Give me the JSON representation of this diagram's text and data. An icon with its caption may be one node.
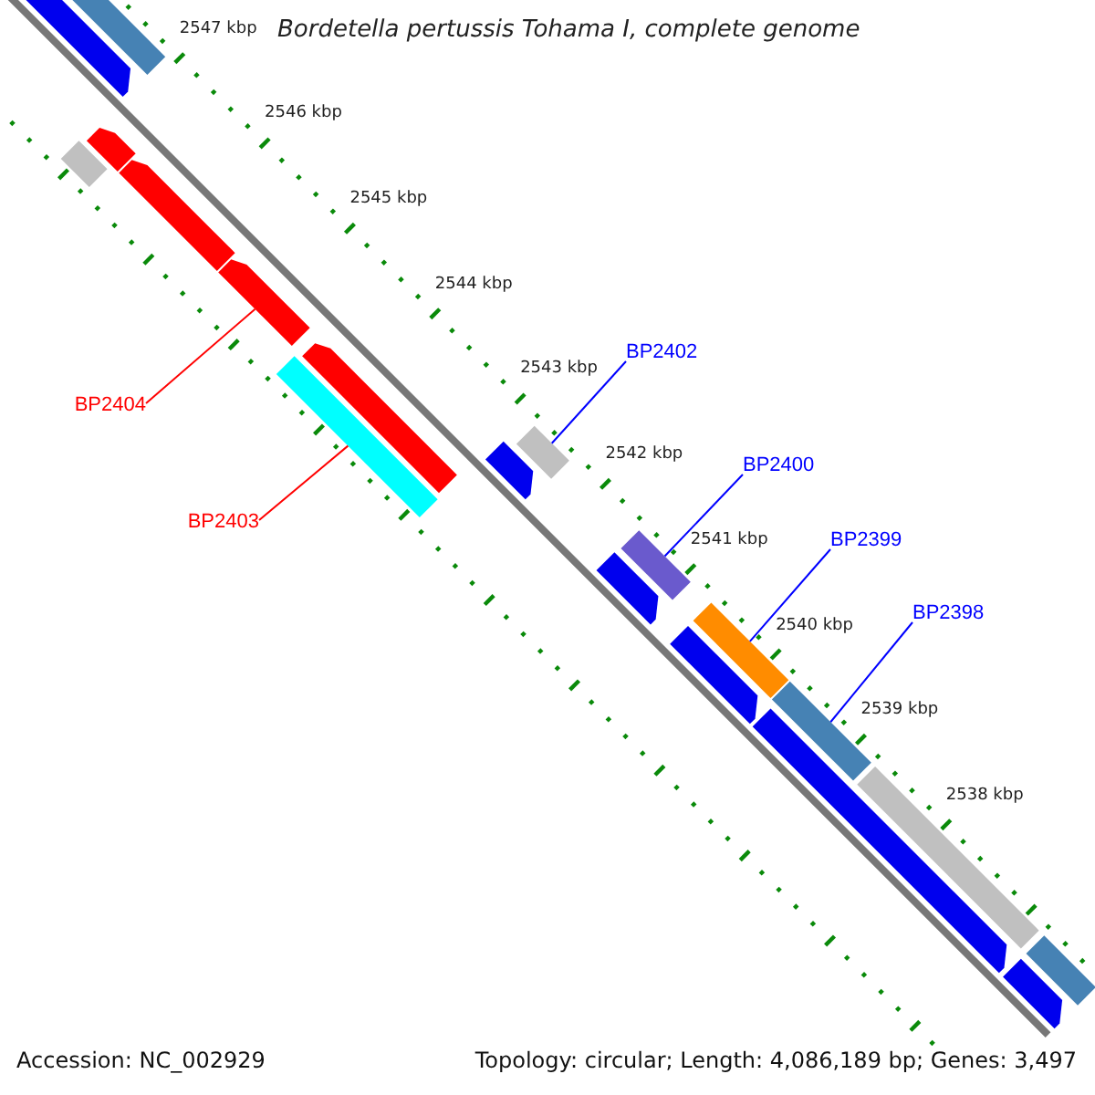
{
  "diagram": {
    "title": "Bordetella pertussis Tohama I, complete genome",
    "nodes": [
      {
        "text": [
          "BP2402"
        ]
      },
      {
        "text": [
          "BP2404"
        ]
      },
      {
        "text": [
          "BP2400"
        ]
      },
      {
        "text": [
          "BP2403"
        ]
      },
      {
        "text": [
          "BP2399"
        ]
      },
      {
        "text": [
          "BP2398"
        ]
      },
      {
        "text": [],
        "shape": "bar"
      },
      {
        "text": [],
        "shape": "box"
      },
      {
        "text": [],
        "shape": "bar"
      },
      {
        "text": [],
        "shape": "box"
      },
      {
        "text": [],
        "shape": "bar"
      },
      {
        "text": [],
        "shape": "bar"
      },
      {
        "text": [],
        "shape": "box"
      },
      {
        "text": [],
        "shape": "bar"
      },
      {
        "text": [],
        "shape": "bar"
      },
      {
        "text": [],
        "shape": "box"
      },
      {
        "text": [],
        "shape": "bar"
      },
      {
        "text": [],
        "shape": "box"
      },
      {
        "text": [],
        "shape": "bar"
      },
      {
        "text": [],
        "shape": "box"
      },
      {
        "text": [],
        "shape": "box"
      },
      {
        "text": [],
        "shape": "bar"
      },
      {
        "text": [],
        "shape": "box"
      },
      {
        "text": [],
        "shape": "box"
      },
      {
        "text": [],
        "shape": "bar"
      }
    ],
    "edges": [
      {
        "from": 0,
        "to": 15,
        "arrow": "none"
      },
      {
        "from": 1,
        "to": 11,
        "arrow": "none",
        "color": "#ff0000"
      },
      {
        "from": 2,
        "to": 17,
        "arrow": "none"
      },
      {
        "from": 3,
        "to": 12,
        "arrow": "none",
        "color": "#ff0000"
      },
      {
        "from": 4,
        "to": 19,
        "arrow": "none"
      },
      {
        "from": 5,
        "to": 20,
        "arrow": "none"
      }
    ],
    "labels": [
      "2547 kbp",
      "2546 kbp",
      "2545 kbp",
      "2544 kbp",
      "2543 kbp",
      "2542 kbp",
      "2541 kbp",
      "2540 kbp",
      "2539 kbp",
      "2538 kbp",
      "Accession: NC_002929",
      "Topology: circular; Length: 4,086,189 bp; Genes: 3,497"
    ]
  }
}
